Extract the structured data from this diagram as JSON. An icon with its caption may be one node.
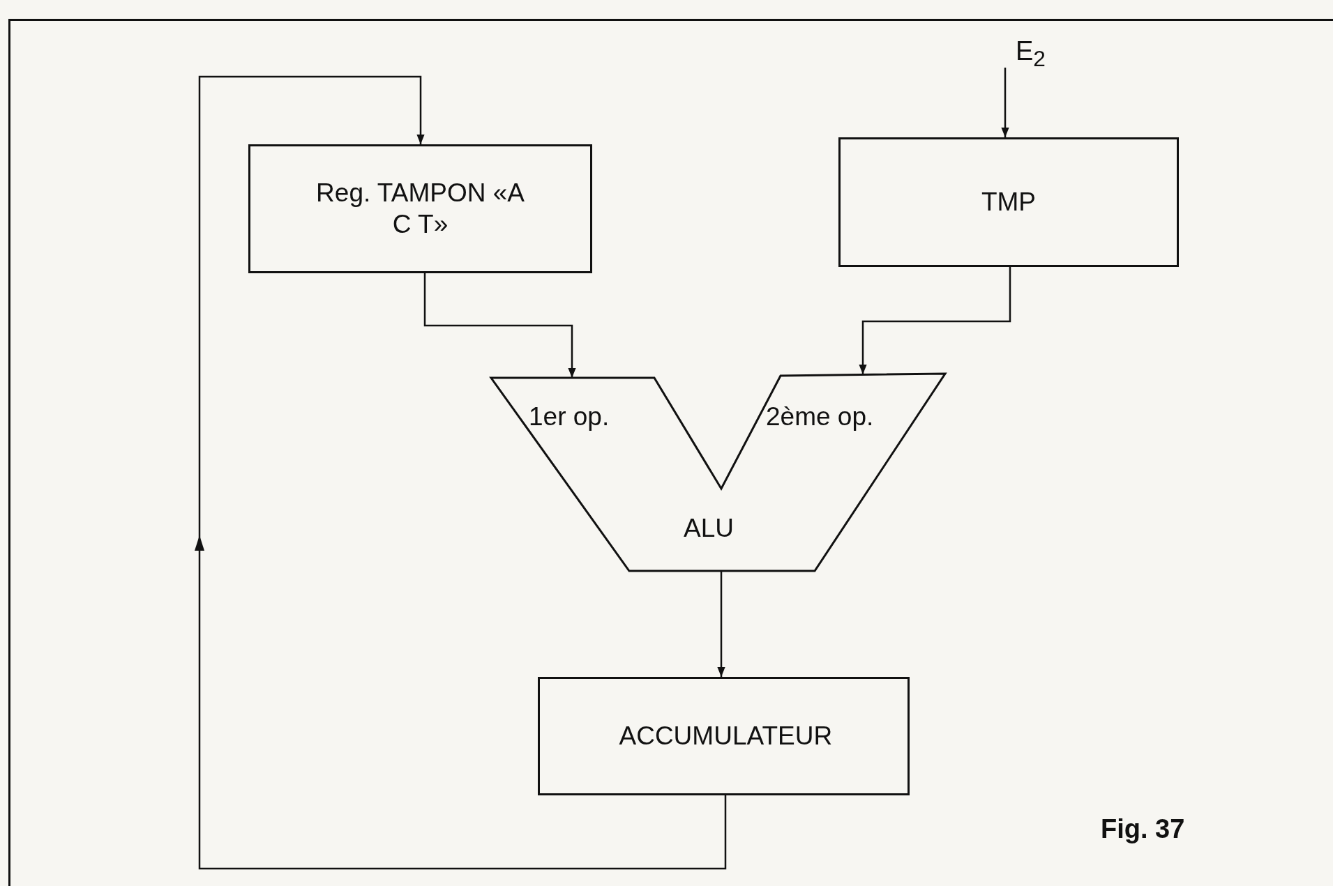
{
  "diagram": {
    "caption": "Fig. 37",
    "nodes": [
      {
        "text": [
          "Reg. TAMPON «A C T»"
        ]
      },
      {
        "text": [
          "TMP"
        ]
      },
      {
        "text": [
          "1er op.",
          "2ème op.",
          "ALU"
        ]
      },
      {
        "text": [
          "ACCUMULATEUR"
        ]
      },
      {
        "text": [
          "E$_{2}$"
        ]
      }
    ],
    "edges": [
      {
        "from": 0,
        "to": 2,
        "arrow": "to"
      },
      {
        "from": 1,
        "to": 2,
        "arrow": "to"
      },
      {
        "from": 4,
        "to": 1,
        "arrow": "to"
      },
      {
        "from": 2,
        "to": 3,
        "arrow": "to"
      },
      {
        "from": 3,
        "to": 0,
        "arrow": "to"
      }
    ]
  }
}
